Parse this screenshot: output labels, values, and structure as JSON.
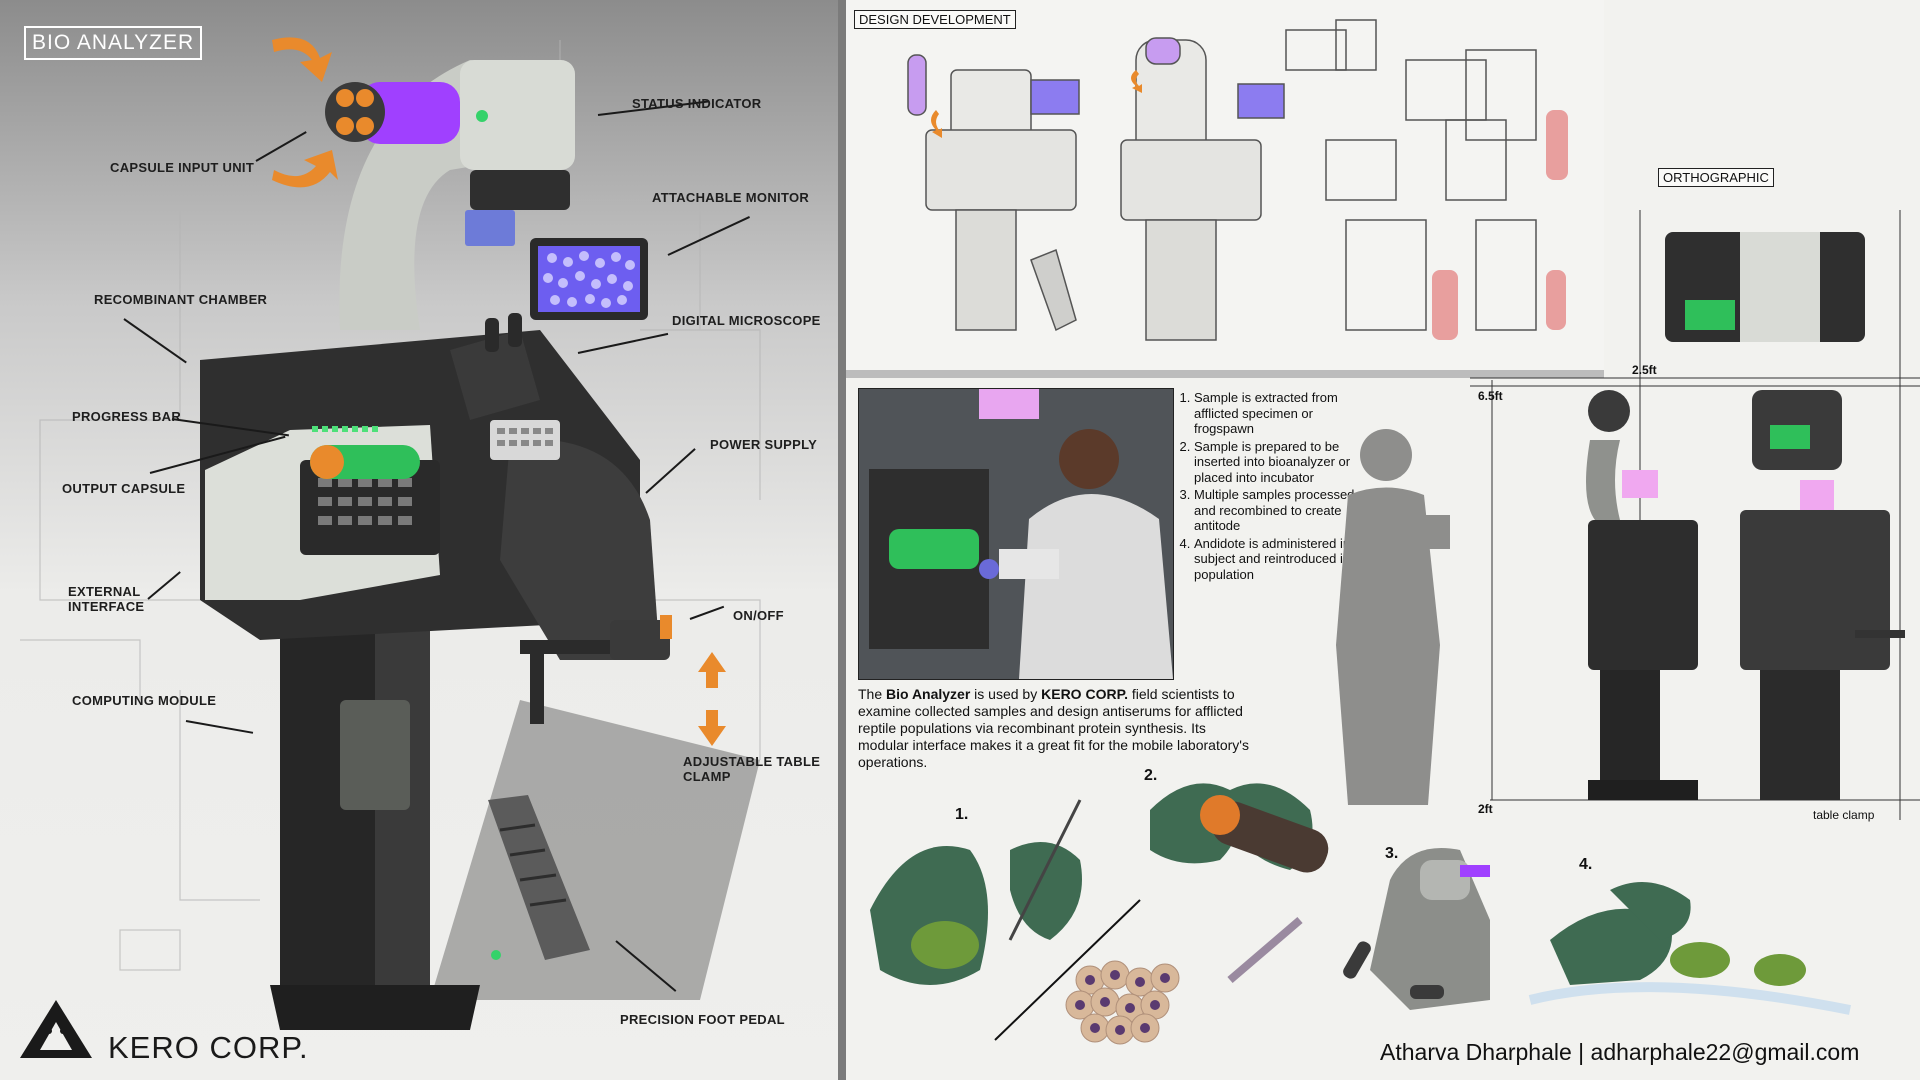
{
  "left": {
    "title": "BIO ANALYZER",
    "brand": "KERO CORP.",
    "labels": {
      "status_indicator": "STATUS INDICATOR",
      "capsule_input_unit": "CAPSULE INPUT UNIT",
      "attachable_monitor": "ATTACHABLE MONITOR",
      "recombinant_chamber": "RECOMBINANT CHAMBER",
      "digital_microscope": "DIGITAL MICROSCOPE",
      "progress_bar": "PROGRESS BAR",
      "power_supply": "POWER SUPPLY",
      "output_capsule": "OUTPUT CAPSULE",
      "external_interface": "EXTERNAL\nINTERFACE",
      "on_off": "ON/OFF",
      "computing_module": "COMPUTING MODULE",
      "adjustable_table_clamp": "ADJUSTABLE TABLE\nCLAMP",
      "precision_foot_pedal": "PRECISION FOOT PEDAL"
    },
    "colors": {
      "accent_orange": "#e98a2c",
      "capsule_purple": "#a040ff",
      "capsule_green": "#2fbf5a"
    }
  },
  "design": {
    "title": "DESIGN DEVELOPMENT"
  },
  "ortho": {
    "title": "ORTHOGRAPHIC",
    "dims": {
      "h1": "2.5ft",
      "h2": "6.5ft",
      "w": "2ft",
      "clamp": "table clamp"
    }
  },
  "info": {
    "steps": [
      "Sample is extracted from afflicted specimen or frogspawn",
      "Sample is prepared to be inserted into bioanalyzer or placed into incubator",
      "Multiple samples processed and recombined to create antitode",
      "Andidote is administered into subject and reintroduced into population"
    ],
    "caption_pre": "The ",
    "caption_b1": "Bio Analyzer",
    "caption_mid": " is used by ",
    "caption_b2": "KERO CORP.",
    "caption_post": " field scientists to examine collected samples and design antiserums for afflicted reptile populations via recombinant protein synthesis. Its modular interface makes it a great fit for the mobile laboratory's operations."
  },
  "process": {
    "n1": "1.",
    "n2": "2.",
    "n3": "3.",
    "n4": "4."
  },
  "credit": "Atharva Dharphale | adharphale22@gmail.com"
}
